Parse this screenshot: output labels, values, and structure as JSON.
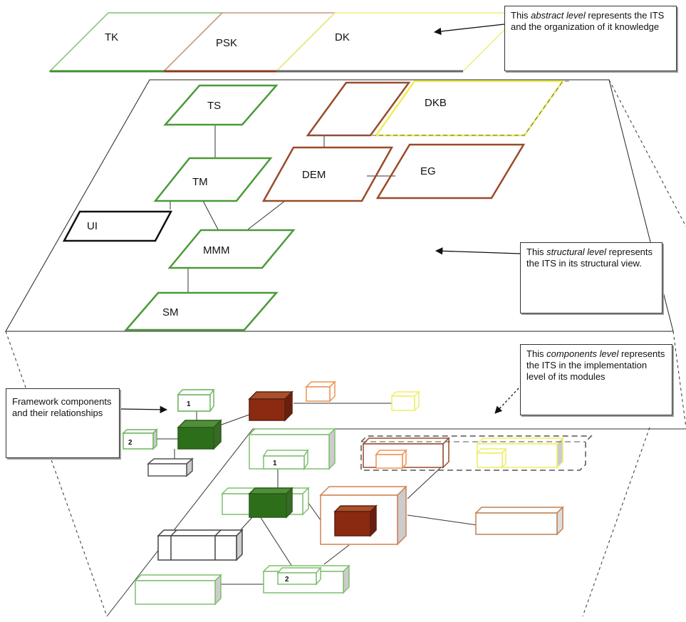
{
  "abstract_level": {
    "labels": [
      "TK",
      "PSK",
      "DK"
    ],
    "note": {
      "pre": "This ",
      "em": "abstract level",
      "post": " represents the ITS and the organization of it knowledge"
    }
  },
  "structural_level": {
    "modules": [
      "TS",
      "DKB",
      "TM",
      "DEM",
      "EG",
      "UI",
      "MMM",
      "SM"
    ],
    "note": {
      "pre": "This ",
      "em": "structural level",
      "post": " represents the ITS in its structural view."
    }
  },
  "components_level": {
    "note": {
      "pre": "This ",
      "em": "components level",
      "post": " represents the ITS in the implementation level of its modules"
    },
    "framework_note": "Framework components and their relationships",
    "framework_numbers": [
      "1",
      "2"
    ],
    "plane_numbers": [
      "1",
      "2"
    ]
  },
  "colors": {
    "green": "#3f8f2f",
    "light_green": "#8fcf7a",
    "brown": "#9a3a1a",
    "orange": "#f09050",
    "yellow": "#eeee66",
    "dark_green_fill": "#2d6e1b",
    "dark_brown_fill": "#8a2a10"
  }
}
